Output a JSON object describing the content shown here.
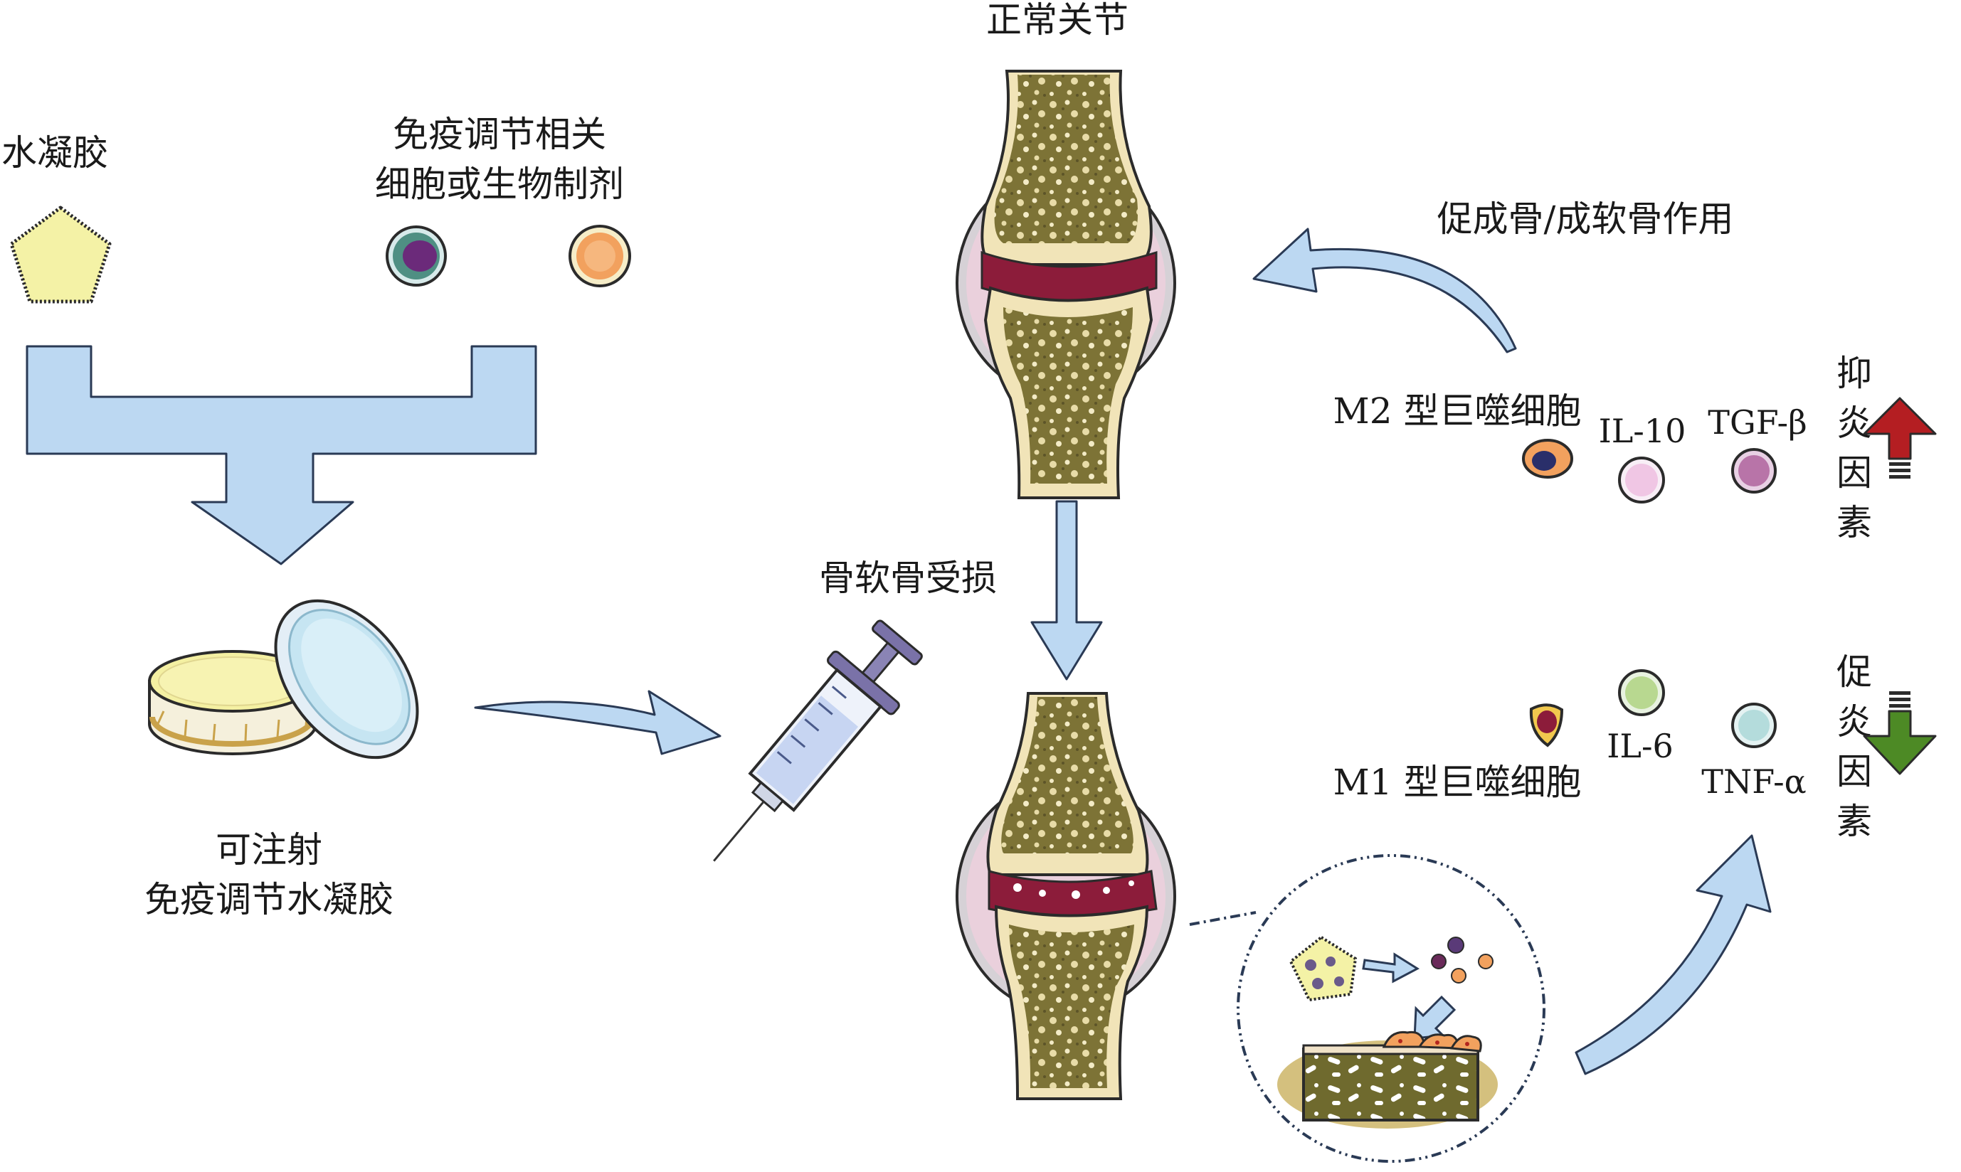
{
  "labels": {
    "hydrogel": "水凝胶",
    "immune_agents_line1": "免疫调节相关",
    "immune_agents_line2": "细胞或生物制剂",
    "injectable_line1": "可注射",
    "injectable_line2": "免疫调节水凝胶",
    "normal_joint": "正常关节",
    "damaged_cartilage": "骨软骨受损",
    "osteo_chondro_effect": "促成骨/成软骨作用",
    "m2_macrophage": "M2 型巨噬细胞",
    "m1_macrophage": "M1 型巨噬细胞",
    "il10": "IL-10",
    "tgfb": "TGF-β",
    "il6": "IL-6",
    "tnfa": "TNF-α",
    "anti_inflammatory": [
      "抑",
      "炎",
      "因",
      "素"
    ],
    "pro_inflammatory": [
      "促",
      "炎",
      "因",
      "素"
    ]
  },
  "colors": {
    "arrow_fill": "#bcd8f2",
    "arrow_stroke": "#2a3a55",
    "bone": "#f1e4b8",
    "marrow": "#7d7336",
    "cartilage": "#8c1c3a",
    "hydrogel": "#f4f2a6",
    "up_arrow": "#b41e22",
    "down_arrow": "#4d8a25"
  },
  "icons": {
    "hydrogel": "pentagon-hydrogel-icon",
    "petri": "petri-dish-icon",
    "syringe": "syringe-icon",
    "up": "up-arrow-icon",
    "down": "down-arrow-icon"
  }
}
